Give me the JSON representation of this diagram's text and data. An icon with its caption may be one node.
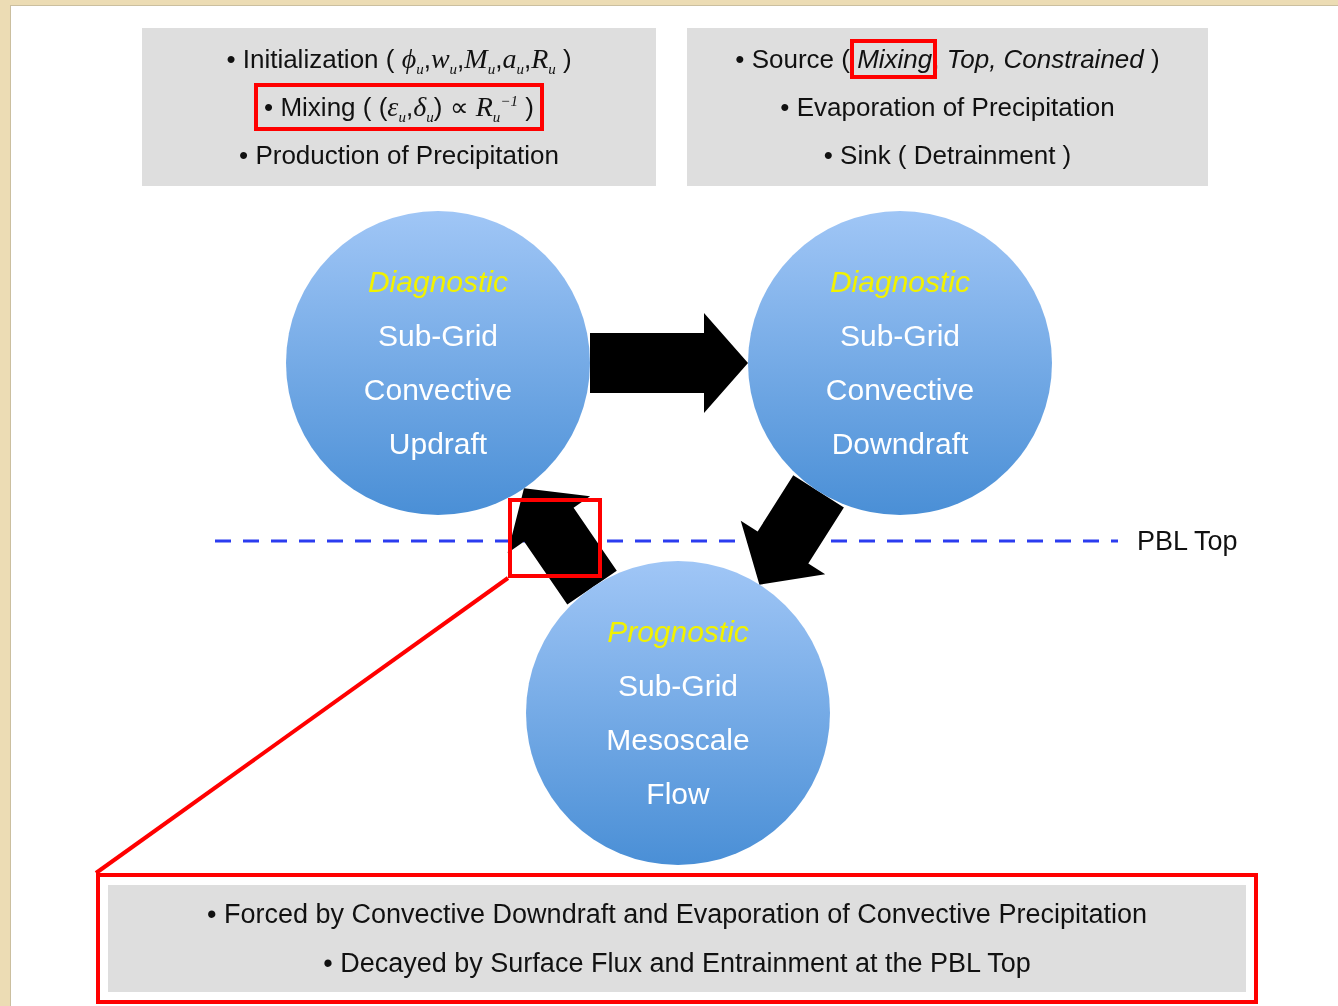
{
  "diagram": {
    "nodes": [
      {
        "text": [
          "• Initialization ( *ϕ*$_{u}$,*w*$_{u}$,*M*$_{u}$,*a*$_{u}$,*R*$_{u}$ )",
          "• Mixing ( (*ε*$_{u}$,*δ*$_{u}$) ∝ *R*$_{u}$$^{−1}$ )",
          "• Production of Precipitation"
        ]
      },
      {
        "text": [
          "• Source ( *Mixing*, *Top, Constrained* )",
          "• Evaporation of Precipitation",
          "• Sink ( Detrainment )"
        ]
      },
      {
        "text": [
          "Diagnostic",
          "Sub-Grid Convective Updraft"
        ]
      },
      {
        "text": [
          "Diagnostic",
          "Sub-Grid Convective Downdraft"
        ]
      },
      {
        "text": [
          "Prognostic",
          "Sub-Grid Mesoscale Flow"
        ]
      },
      {
        "text": [
          "• Forced by Convective Downdraft and Evaporation of Convective Precipitation",
          "• Decayed by Surface Flux and Entrainment at the PBL Top"
        ]
      },
      {
        "text": [],
        "shape": "box"
      }
    ],
    "edges": [
      {
        "from": 2,
        "to": 3,
        "arrow": "to"
      },
      {
        "from": 3,
        "to": 4,
        "arrow": "to"
      },
      {
        "from": 4,
        "to": 2,
        "arrow": "to"
      },
      {
        "from": 6,
        "to": 5,
        "arrow": "none",
        "color": "#ff0000"
      }
    ],
    "labels": [
      "PBL Top"
    ]
  }
}
